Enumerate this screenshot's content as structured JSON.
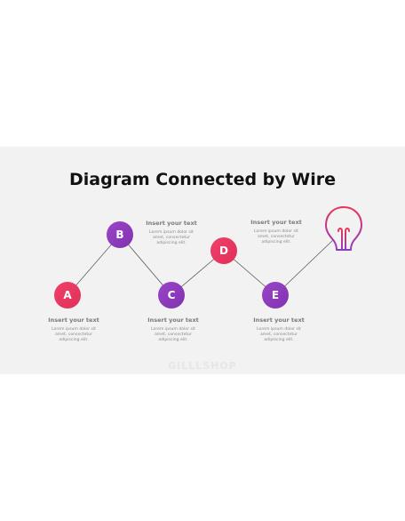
{
  "title": "Diagram Connected by Wire",
  "colors": {
    "red": "#e8355a",
    "purple": "#8e3bbf",
    "line": "#5a5a5a"
  },
  "nodes": [
    {
      "letter": "A",
      "color": "#e8355a"
    },
    {
      "letter": "B",
      "color": "#8e3bbf"
    },
    {
      "letter": "C",
      "color": "#8e3bbf"
    },
    {
      "letter": "D",
      "color": "#e8355a"
    },
    {
      "letter": "E",
      "color": "#8e3bbf"
    }
  ],
  "captions": [
    {
      "heading": "Insert your text",
      "body": "Lorem ipsum dolor sit amet, consectetur adipiscing elit."
    },
    {
      "heading": "Insert your text",
      "body": "Lorem ipsum dolor sit amet, consectetur adipiscing elit."
    },
    {
      "heading": "Insert your text",
      "body": "Lorem ipsum dolor sit amet, consectetur adipiscing elit."
    },
    {
      "heading": "Insert your text",
      "body": "Lorem ipsum dolor sit amet, consectetur adipiscing elit."
    },
    {
      "heading": "Insert your text",
      "body": "Lorem ipsum dolor sit amet, consectetur adipiscing elit."
    }
  ],
  "bulb_icon": "lightbulb-icon",
  "watermark": "GILLLSHOP"
}
